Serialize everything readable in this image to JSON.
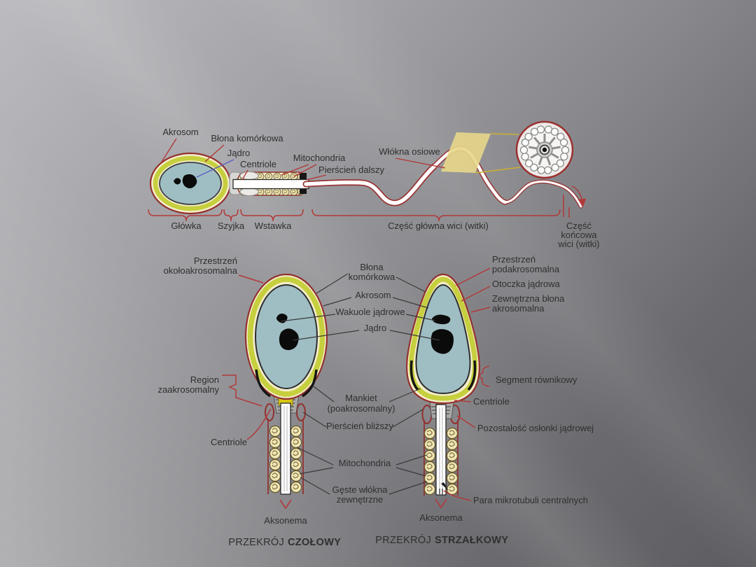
{
  "colors": {
    "accent_red": "#b23939",
    "caption_red": "#ae4444",
    "caption_red_bold": "#992e2e",
    "head_fill": "#9fbec4",
    "acrosome_green": "#c6cf3d",
    "cream": "#f3edcb",
    "outline_red": "#93302e",
    "jadro_leader_blue": "#5b5fc0"
  },
  "top_diagram": {
    "labels": {
      "akrosom": "Akrosom",
      "blona_komorkowa": "Błona komórkowa",
      "jadro": "Jądro",
      "centriole": "Centriole",
      "mitochondria": "Mitochondria",
      "pierscien_dalszy": "Pierścień dalszy",
      "wlokna_osiowe": "Włókna osiowe"
    },
    "regions": {
      "glowka": "Główka",
      "szyjka": "Szyjka",
      "wstawka": "Wstawka",
      "czesc_glowna": "Część główna wici (witki)",
      "czesc_koncowa_lines": [
        "Część",
        "końcowa",
        "wici (witki)"
      ]
    }
  },
  "shared_labels": {
    "blona_komorkowa_lines": [
      "Błona",
      "komórkowa"
    ],
    "akrosom": "Akrosom",
    "wakuole_jadrowe": "Wakuole jądrowe",
    "jadro": "Jądro",
    "mankiet_lines": [
      "Mankiet",
      "(poakrosomalny)"
    ],
    "pierscien_blizszy": "Pierścień bliższy",
    "mitochondria": "Mitochondria",
    "geste_wlokna_lines": [
      "Gęste włókna",
      "zewnętrzne"
    ]
  },
  "frontal_section": {
    "labels": {
      "przestrzen_lines": [
        "Przestrzeń",
        "okołoakrosomalna"
      ],
      "region_lines": [
        "Region",
        "zaakrosomalny"
      ],
      "centriole": "Centriole",
      "aksonema": "Aksonema"
    },
    "caption": {
      "prefix": "PRZEKRÓJ",
      "word": "CZOŁOWY"
    }
  },
  "sagittal_section": {
    "labels": {
      "przestrzen_lines": [
        "Przestrzeń",
        "podakrosomalna"
      ],
      "otoczka": "Otoczka jądrowa",
      "zewnetrzna_lines": [
        "Zewnętrzna błona",
        "akrosomalna"
      ],
      "segment": "Segment równikowy",
      "centriole": "Centriole",
      "pozostalosc": "Pozostałość osłonki jądrowej",
      "para": "Para mikrotubuli centralnych",
      "aksonema": "Aksonema"
    },
    "caption": {
      "prefix": "PRZEKRÓJ",
      "word": "STRZAŁKOWY"
    }
  }
}
